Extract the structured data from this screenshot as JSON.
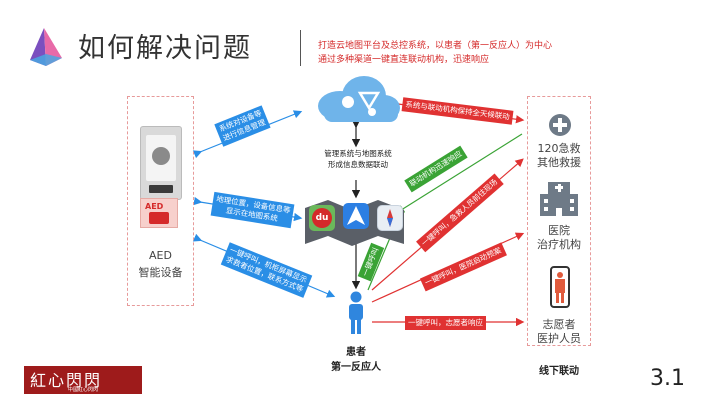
{
  "header": {
    "title": "如何解决问题",
    "subtitle_line1": "打造云地图平台及总控系统，以患者（第一反应人）为中心",
    "subtitle_line2": "通过多种渠道一键直连联动机构，迅速响应"
  },
  "left_panel": {
    "aed_label_line1": "AED",
    "aed_label_line2": "智能设备",
    "aed_sign_text": "AED"
  },
  "right_panel": {
    "ems_line1": "120急救",
    "ems_line2": "其他救援",
    "hospital_line1": "医院",
    "hospital_line2": "治疗机构",
    "volunteer_line1": "志愿者",
    "volunteer_line2": "医护人员",
    "footer": "线下联动"
  },
  "center": {
    "mgmt_line1": "管理系统与地图系统",
    "mgmt_line2": "形成信息数据联动",
    "app_du": "du",
    "patient_line1": "患者",
    "patient_line2": "第一反应人"
  },
  "tags": {
    "aed_info_1": "系统对设备等",
    "aed_info_2": "进行信息管理",
    "geo_1": "地理位置，设备信息等",
    "geo_2": "显示在地图系统",
    "call_aed_1": "一键呼叫，机柜屏幕显示",
    "call_aed_2": "求救者位置，联系方式等",
    "linkage_full": "系统与联动机构保持全天候联动",
    "fast_resp": "联动机构迅速响应",
    "call_ems": "一键呼叫，急救人员前往现场",
    "call_hospital": "一键呼叫，医院启动预案",
    "call_volunteer": "一键呼叫，志愿者响应",
    "call_system": "一键呼叫"
  },
  "footer": {
    "logo_text": "紅心閃閃",
    "logo_sub": "中國紅心閃閃",
    "page_number": "3.1"
  },
  "colors": {
    "blue": "#2a8ee6",
    "red": "#e03232",
    "green": "#3aa335",
    "logo_red": "#9e1b1b",
    "icon_gray": "#6e7a87",
    "volunteer_red": "#e05a3c"
  }
}
